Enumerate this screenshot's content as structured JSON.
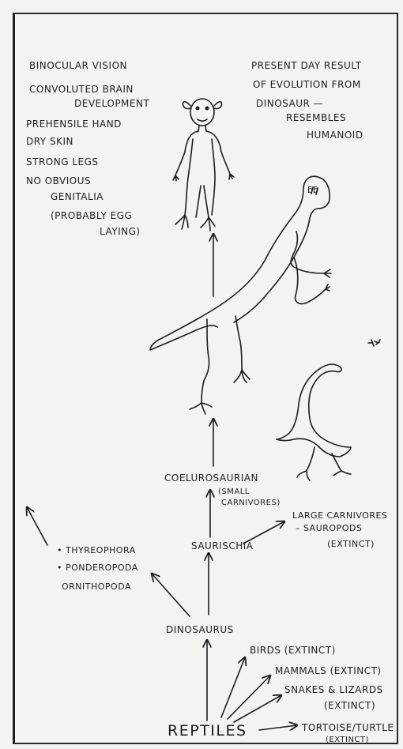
{
  "traits": [
    "BINOCULAR VISION",
    "CONVOLUTED BRAIN",
    "DEVELOPMENT",
    "PREHENSILE HAND",
    "DRY SKIN",
    "STRONG LEGS",
    "NO OBVIOUS",
    "GENITALIA",
    "(PROBABLY EGG",
    "LAYING)"
  ],
  "present_note": [
    "PRESENT DAY RESULT",
    "OF EVOLUTION FROM",
    "DINOSAUR —",
    "RESEMBLES",
    "HUMANOID"
  ],
  "nodes": {
    "coelurosaurian": "COELUROSAURIAN",
    "coelurosaurian_note_1": "(SMALL",
    "coelurosaurian_note_2": "CARNIVORES)",
    "large_carnivores_1": "LARGE CARNIVORES",
    "large_carnivores_2": "– SAUROPODS",
    "large_carnivores_3": "(EXTINCT)",
    "saurischia": "SAURISCHIA",
    "thyreophora": "• THYREOPHORA",
    "ponderopoda": "• PONDEROPODA",
    "ornithopoda": "ORNITHOPODA",
    "dinosaurus": "DINOSAURUS",
    "birds": "BIRDS (EXTINCT)",
    "mammals": "MAMMALS (EXTINCT)",
    "snakes_1": "SNAKES & LIZARDS",
    "snakes_2": "(EXTINCT)",
    "tortoise_1": "TORTOISE/TURTLE",
    "tortoise_2": "(EXTINCT)",
    "reptiles": "REPTILES"
  }
}
